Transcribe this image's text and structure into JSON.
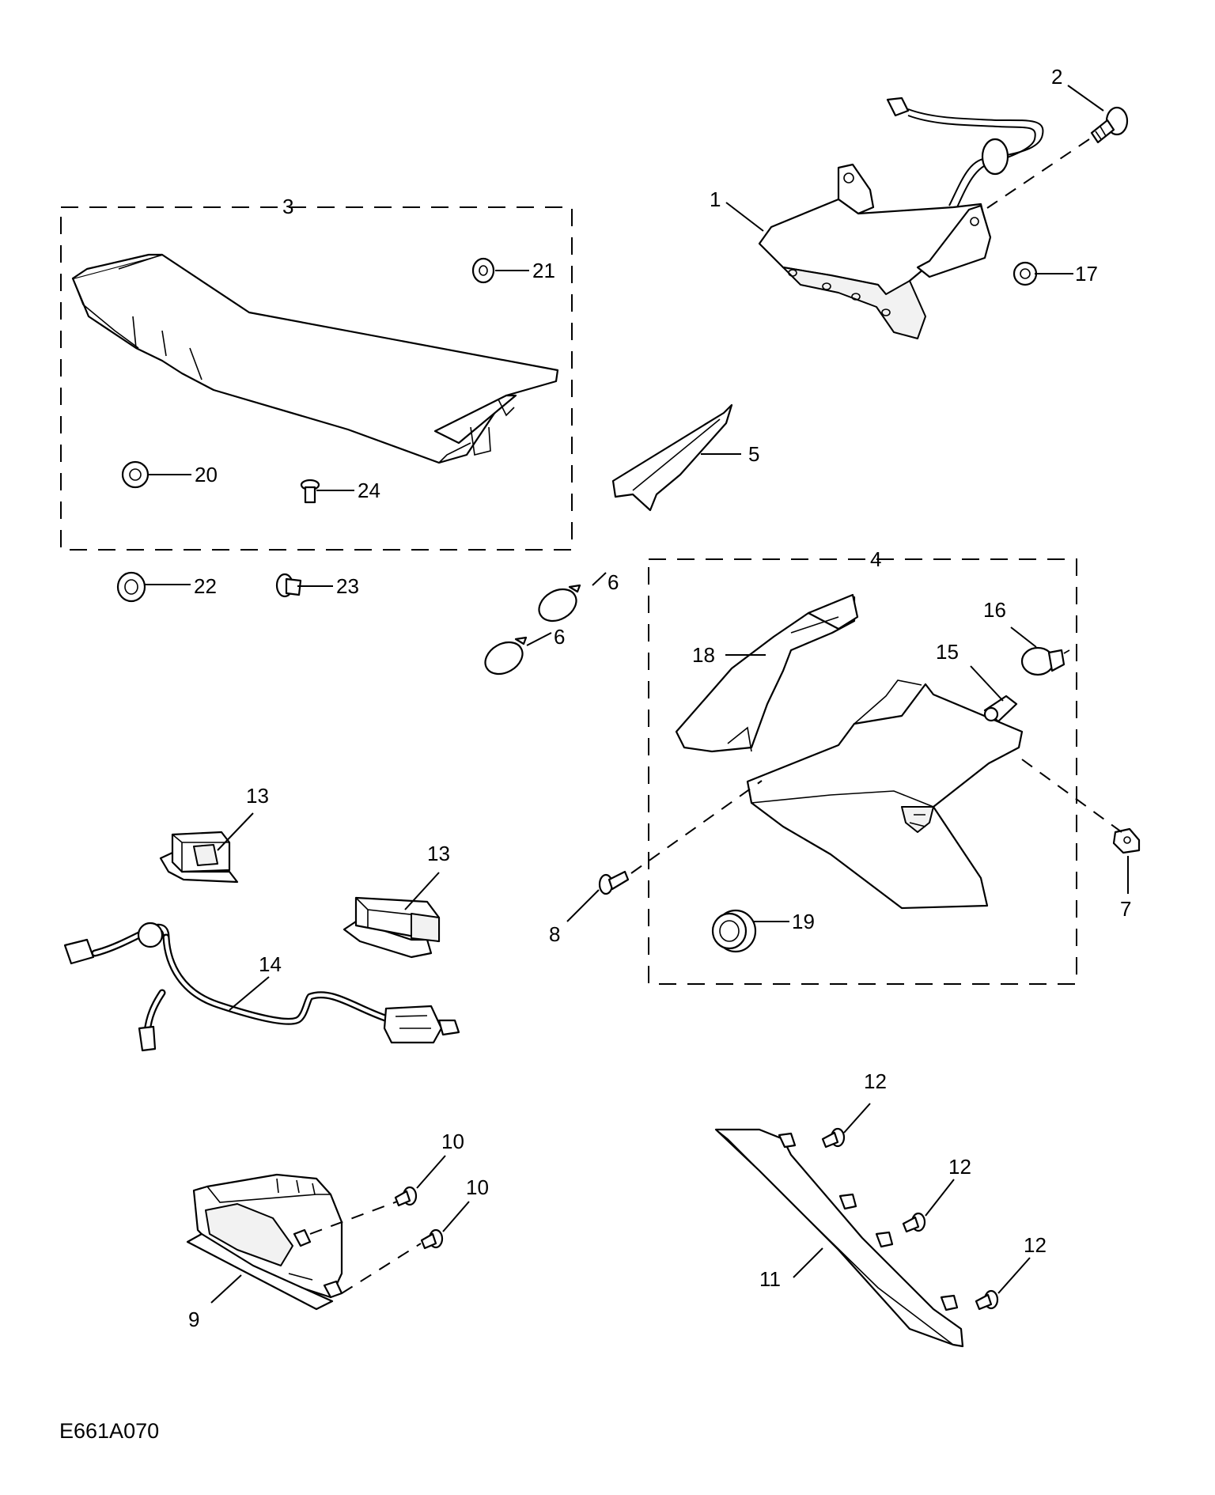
{
  "diagram": {
    "caption": "E661A070",
    "labels": {
      "p1": "1",
      "p2": "2",
      "p3": "3",
      "p4": "4",
      "p5": "5",
      "p6a": "6",
      "p6b": "6",
      "p7": "7",
      "p8": "8",
      "p9": "9",
      "p10a": "10",
      "p10b": "10",
      "p11": "11",
      "p12a": "12",
      "p12b": "12",
      "p12c": "12",
      "p13a": "13",
      "p13b": "13",
      "p14": "14",
      "p15": "15",
      "p16": "16",
      "p17": "17",
      "p18": "18",
      "p19": "19",
      "p20": "20",
      "p21": "21",
      "p22": "22",
      "p23": "23",
      "p24": "24"
    }
  }
}
